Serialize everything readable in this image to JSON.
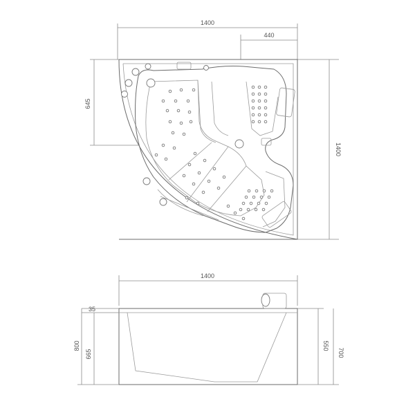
{
  "plan_view": {
    "width_label": "1400",
    "corner_label": "440",
    "side_label": "645",
    "depth_label": "1400"
  },
  "elevation_view": {
    "width_label": "1400",
    "rim_label": "35",
    "total_height_label": "800",
    "inner_height_label": "665",
    "front_height_label": "550",
    "apron_height_label": "700"
  }
}
